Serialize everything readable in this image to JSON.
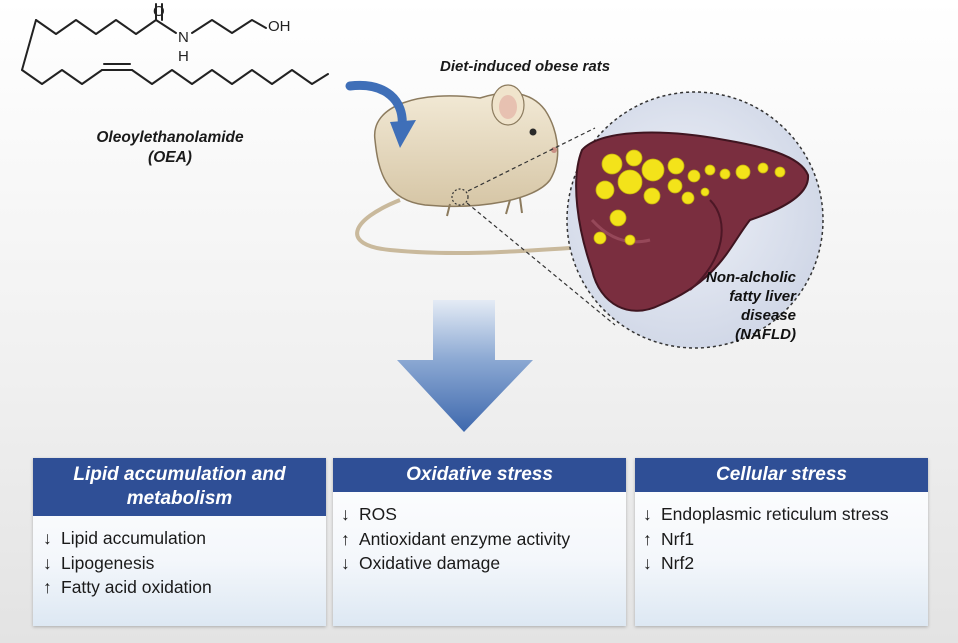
{
  "molecule": {
    "name": "Oleoylethanolamide",
    "abbrev": "(OEA)",
    "atom_o": "O",
    "atom_n": "N",
    "atom_h": "H",
    "group_oh": "OH"
  },
  "model_label": "Diet-induced obese rats",
  "liver_label": [
    "Non-alcholic",
    "fatty liver",
    "disease",
    "(NAFLD)"
  ],
  "colors": {
    "panel_header": "#2f4f96",
    "big_arrow": "#4a72b3",
    "liver": "#7a2e3f",
    "fat_droplet": "#f3e31a",
    "rat_body": "#e8dcc4"
  },
  "panels": [
    {
      "title_lines": [
        "Lipid accumulation and",
        "metabolism"
      ],
      "items": [
        {
          "arrow": "↓",
          "text": "Lipid accumulation"
        },
        {
          "arrow": "↓",
          "text": "Lipogenesis"
        },
        {
          "arrow": "↑",
          "text": "Fatty acid oxidation"
        }
      ]
    },
    {
      "title_lines": [
        "Oxidative stress"
      ],
      "items": [
        {
          "arrow": "↓",
          "text": "ROS"
        },
        {
          "arrow": "↑",
          "text": "Antioxidant enzyme activity"
        },
        {
          "arrow": "↓",
          "text": "Oxidative damage"
        }
      ]
    },
    {
      "title_lines": [
        "Cellular stress"
      ],
      "items": [
        {
          "arrow": "↓",
          "text": "Endoplasmic reticulum stress"
        },
        {
          "arrow": "↑",
          "text": "Nrf1"
        },
        {
          "arrow": "↓",
          "text": "Nrf2"
        }
      ]
    }
  ]
}
